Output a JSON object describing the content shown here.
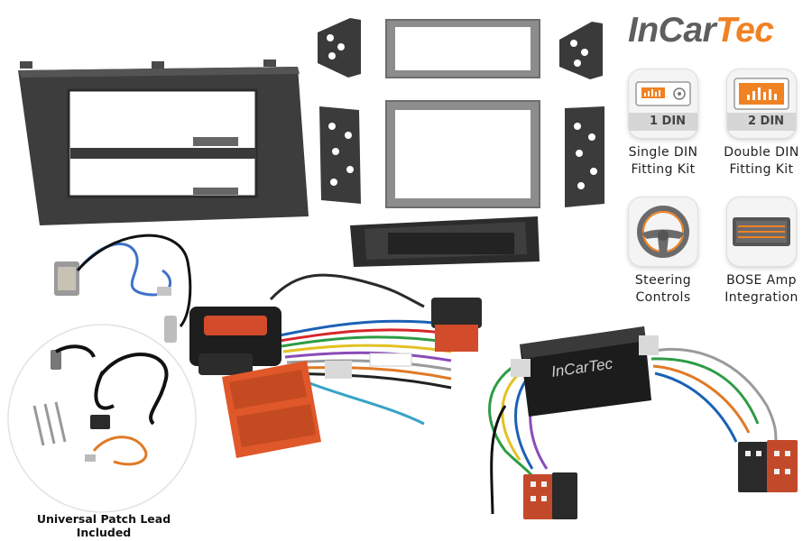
{
  "brand": {
    "name_part1": "InCar",
    "name_part2": "Tec"
  },
  "features": [
    {
      "icon": "radio-1din-icon",
      "badge": "1 DIN",
      "caption_line1": "Single DIN",
      "caption_line2": "Fitting Kit"
    },
    {
      "icon": "radio-2din-icon",
      "badge": "2 DIN",
      "caption_line1": "Double DIN",
      "caption_line2": "Fitting Kit"
    },
    {
      "icon": "steering-wheel-icon",
      "caption_line1": "Steering",
      "caption_line2": "Controls"
    },
    {
      "icon": "amplifier-icon",
      "caption_line1": "BOSE Amp",
      "caption_line2": "Integration"
    }
  ],
  "patch_lead_caption": "Universal Patch Lead Included",
  "interface_box_label": "InCarTec",
  "colors": {
    "brand_grey": "#5e5e5e",
    "brand_orange": "#f08223",
    "connector_orange": "#e0572a",
    "fascia": "#3c3c3c"
  }
}
